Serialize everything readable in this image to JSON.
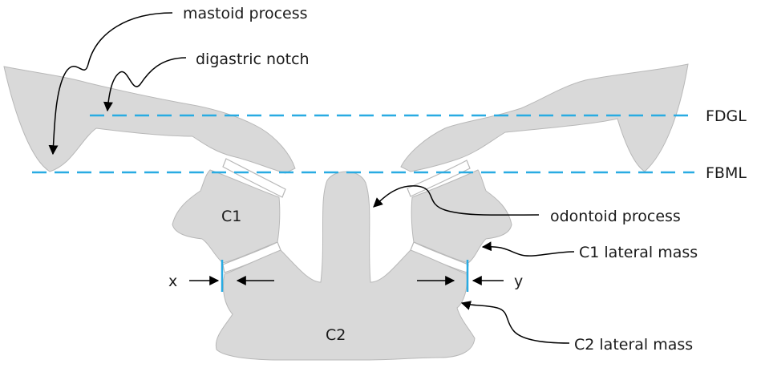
{
  "labels": {
    "mastoid_process": "mastoid process",
    "digastric_notch": "digastric notch",
    "fdgl": "FDGL",
    "fbml": "FBML",
    "odontoid_process": "odontoid process",
    "c1_lateral_mass": "C1 lateral mass",
    "c2_lateral_mass": "C2 lateral mass",
    "c1": "C1",
    "c2": "C2",
    "x": "x",
    "y": "y"
  },
  "colors": {
    "bone": "#d9d9d9",
    "reference_line": "#29abe2",
    "text": "#1a1a1a"
  }
}
